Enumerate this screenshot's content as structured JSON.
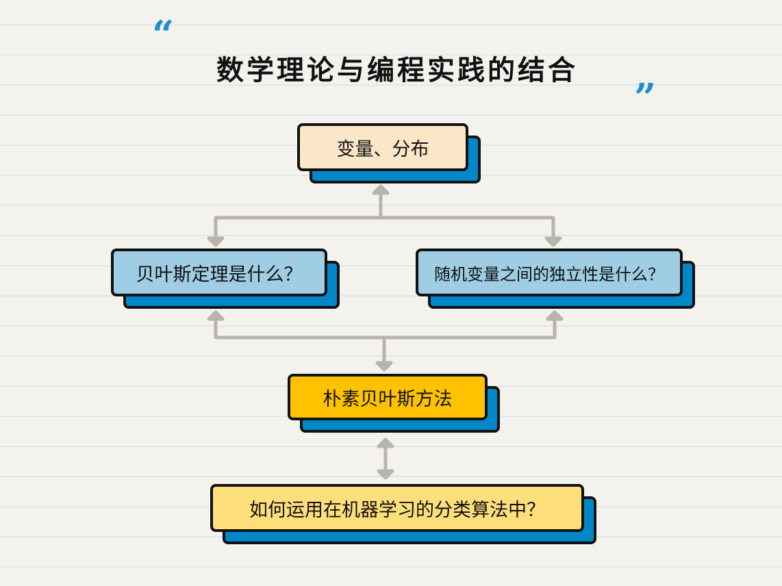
{
  "title": "数学理论与编程实践的结合",
  "quote_open": "“",
  "quote_close": "”",
  "nodes": {
    "top": {
      "label": "变量、分布",
      "color": "#fbe6c8"
    },
    "left": {
      "label": "贝叶斯定理是什么？",
      "color": "#9fcde3"
    },
    "right": {
      "label": "随机变量之间的独立性是什么？",
      "color": "#9fcde3"
    },
    "middle": {
      "label": "朴素贝叶斯方法",
      "color": "#fec200"
    },
    "bottom": {
      "label": "如何运用在机器学习的分类算法中？",
      "color": "#fedf7c"
    }
  },
  "colors": {
    "shadow": "#0288c9",
    "connector": "#b8b4ac",
    "accent": "#1e8fd0"
  }
}
